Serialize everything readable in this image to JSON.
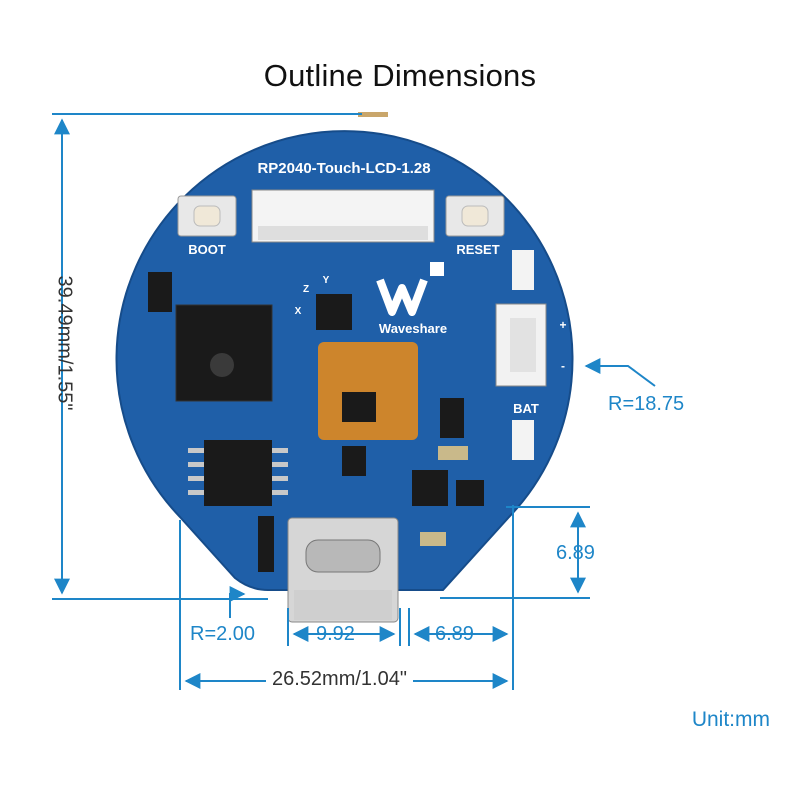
{
  "title": "Outline Dimensions",
  "unit": "Unit:mm",
  "board": {
    "name": "RP2040-Touch-LCD-1.28",
    "boot_label": "BOOT",
    "reset_label": "RESET",
    "brand": "Waveshare",
    "bat_label": "BAT",
    "plus": "+",
    "minus": "-",
    "axis_x": "X",
    "axis_y": "Y",
    "axis_z": "Z"
  },
  "dimensions": {
    "height": "39.49mm/1.55\"",
    "width": "26.52mm/1.04\"",
    "radius_large": "R=18.75",
    "radius_small": "R=2.00",
    "usb_width": "9.92",
    "right_offset": "6.89",
    "right_height": "6.89"
  },
  "colors": {
    "pcb": "#1f5fa8",
    "dimension_line": "#1e86c8",
    "silk": "#ffffff",
    "chip": "#1a1a1a",
    "flex": "#e08a1e"
  }
}
